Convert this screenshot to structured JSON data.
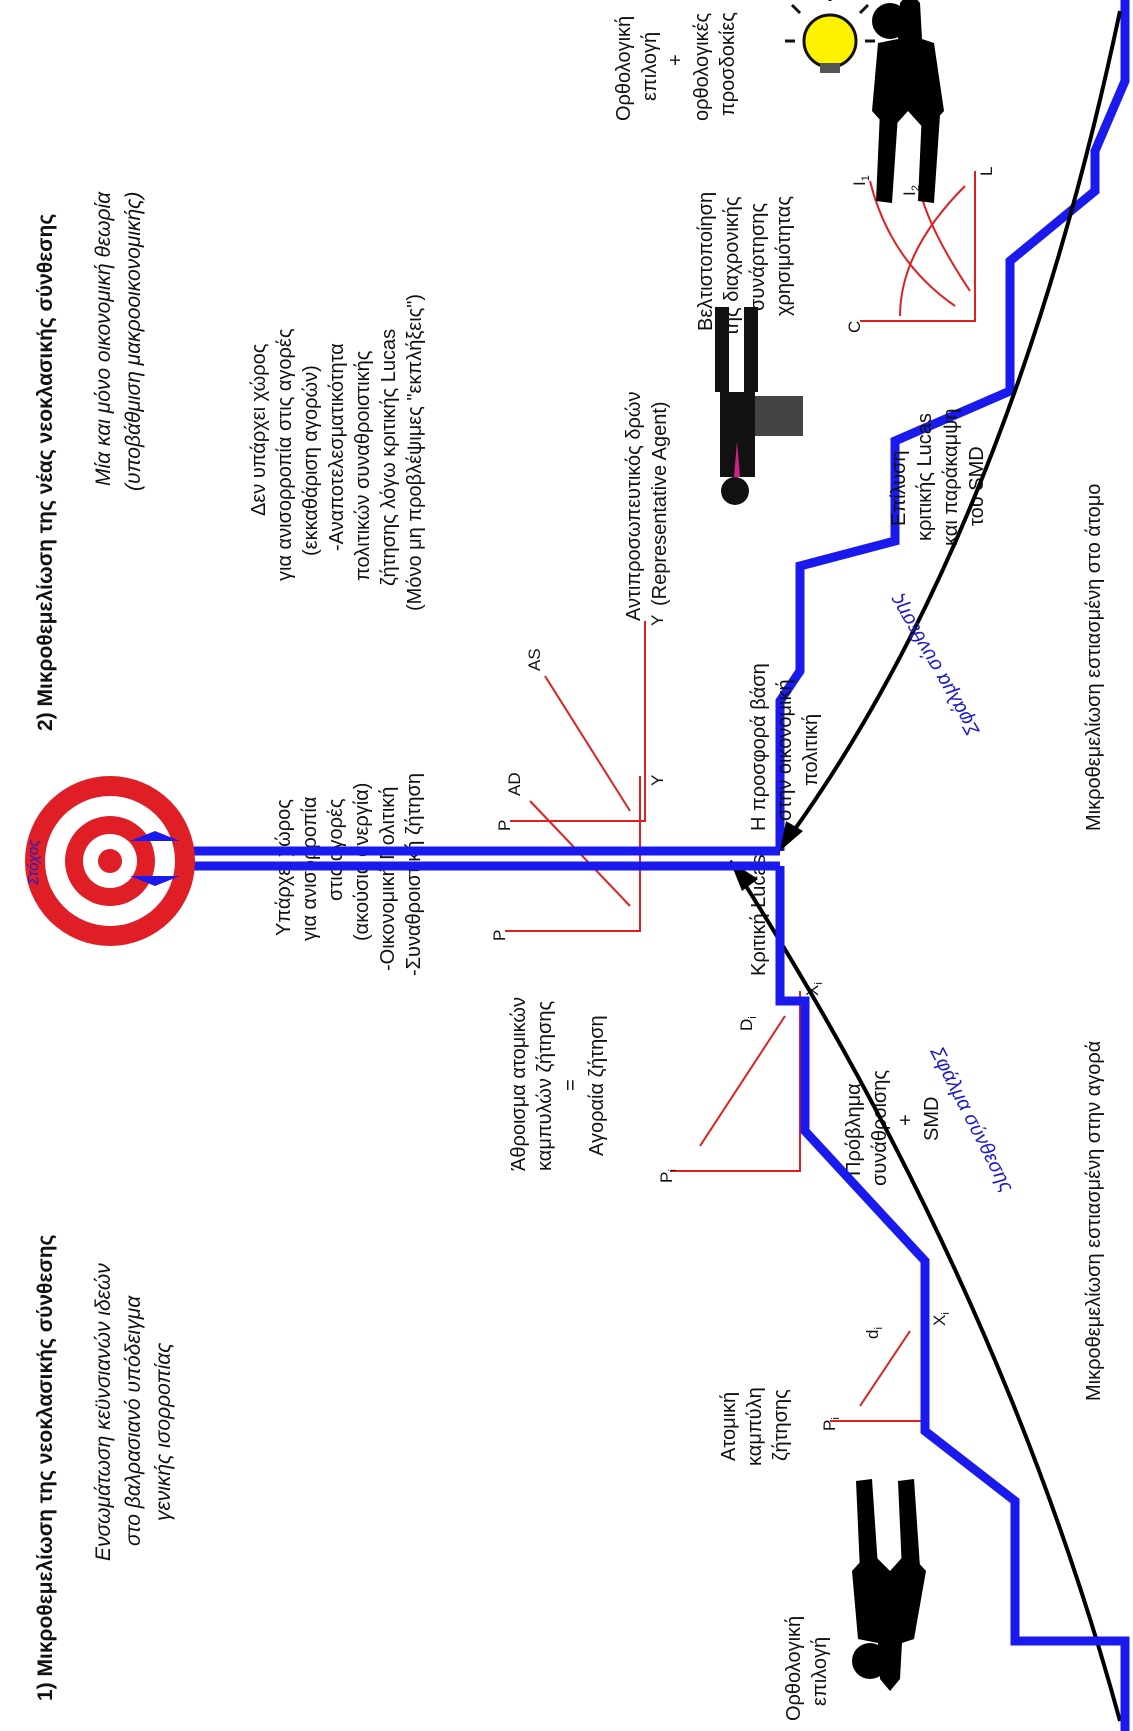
{
  "left_side": {
    "heading": "1) Μικροθεμελίωση της νεοκλασικής σύνθεσης",
    "subtitle": [
      "Ενσωμάτωση κεϋνσιανών ιδεών",
      "στο βαλρασιανό υπόδειγμα",
      "γενικής ισορροπίας"
    ],
    "person_label": [
      "Ορθολογική",
      "επιλογή"
    ],
    "individual_demand": [
      "Ατομική",
      "καμπύλη",
      "ζήτησης"
    ],
    "aggregate_text": [
      "Άθροισμα ατομικών",
      "καμπυλών ζήτησης",
      "=",
      "Αγοραία ζήτηση"
    ],
    "disequilibrium": [
      "Υπάρχει χώρος",
      "για ανισορροπία",
      "στις αγορές",
      "(ακούσια ανεργία)",
      "-Οικονομική Πολιτική",
      "-Συναθροιστική ζήτηση"
    ],
    "aggregation_problem": [
      "Πρόβλημα",
      "συνάθροισης",
      "+",
      "SMD"
    ],
    "lucas_critique": "Κριτική Lucas",
    "bottom": "Μικροθεμελίωση εστιασμένη στην αγορά",
    "fallacy": "Σφάλμα σύνθεσης",
    "chart_individual": {
      "y": "P",
      "y_sub": "i",
      "x": "X",
      "x_sub": "i",
      "curve": "d",
      "curve_sub": "i"
    },
    "chart_market": {
      "y": "P",
      "y_sub": "i",
      "x": "X",
      "x_sub": "i",
      "curve": "D",
      "curve_sub": "i"
    },
    "chart_ad": {
      "y": "P",
      "x": "Y",
      "curve": "AD"
    }
  },
  "right_side": {
    "heading": "2) Μικροθεμελίωση της νέας νεοκλασικής σύνθεσης",
    "subtitle": [
      "Μία και μόνο οικονομική θεωρία",
      "(υποβάθμιση μακροοικονομικής)"
    ],
    "person_label": [
      "Ορθολογική",
      "επιλογή",
      "+",
      "ορθολογικές",
      "προσδοκίες"
    ],
    "optimization": [
      "Βελτιστοποίηση",
      "της διαχρονικής",
      "συνάρτησης",
      "χρησιμότητας"
    ],
    "representative": [
      "Αντιπροσωπευτικός δρών",
      "(Representative Agent)"
    ],
    "no_disequilibrium": [
      "Δεν υπάρχει χώρος",
      "για ανισορροπία στις αγορές",
      "(εκκαθάριση αγορών)",
      "-Αναποτελεσματικότητα",
      "πολιτικών συναθροιστικής",
      "ζήτησης λόγω κριτικής Lucas",
      "(Μόνο μη προβλέψιμες \"εκπλήξεις\")"
    ],
    "lucas_resolution": [
      "Επίλυση",
      "κριτικής Lucas",
      "και παράκαμψη",
      "του SMD"
    ],
    "supply_policy": [
      "Η προσφορά βάση",
      "στην οικονομική",
      "πολιτική"
    ],
    "bottom": "Μικροθεμελίωση εστιασμένη στο άτομο",
    "fallacy": "Σφάλμα σύνθεσης",
    "chart_as": {
      "y": "P",
      "x": "Y",
      "curve": "AS"
    },
    "chart_utility": {
      "y": "C",
      "x": "L",
      "curve1": "I",
      "curve1_sub": "1",
      "curve2": "I",
      "curve2_sub": "2"
    }
  },
  "goal_label": "Στόχος",
  "colors": {
    "path": "#1a1aee",
    "chart": "#e02020",
    "target_red": "#e01e26",
    "label_blue": "#1c1cc8",
    "bulb": "#fff200"
  }
}
